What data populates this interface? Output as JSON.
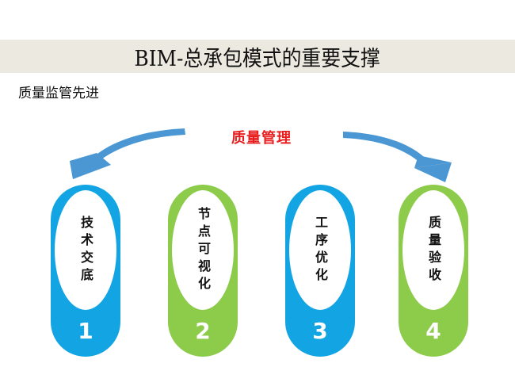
{
  "slide": {
    "title": "BIM-总承包模式的重要支撑",
    "subtitle": "质量监管先进",
    "center_label": "质量管理",
    "colors": {
      "title_band": "#ECEAE0",
      "blue": "#13A5E3",
      "green": "#8DCB4B",
      "arrow": "#4A97D3",
      "center_label": "#E81E1E"
    },
    "steps": [
      {
        "number": "1",
        "label": "技术交底",
        "color": "blue"
      },
      {
        "number": "2",
        "label": "节点可视化",
        "color": "green"
      },
      {
        "number": "3",
        "label": "工序优化",
        "color": "blue"
      },
      {
        "number": "4",
        "label": "质量验收",
        "color": "green"
      }
    ],
    "arrows": [
      {
        "name": "left-curved-arrow",
        "direction": "down-left"
      },
      {
        "name": "right-curved-arrow",
        "direction": "down-right"
      }
    ]
  }
}
